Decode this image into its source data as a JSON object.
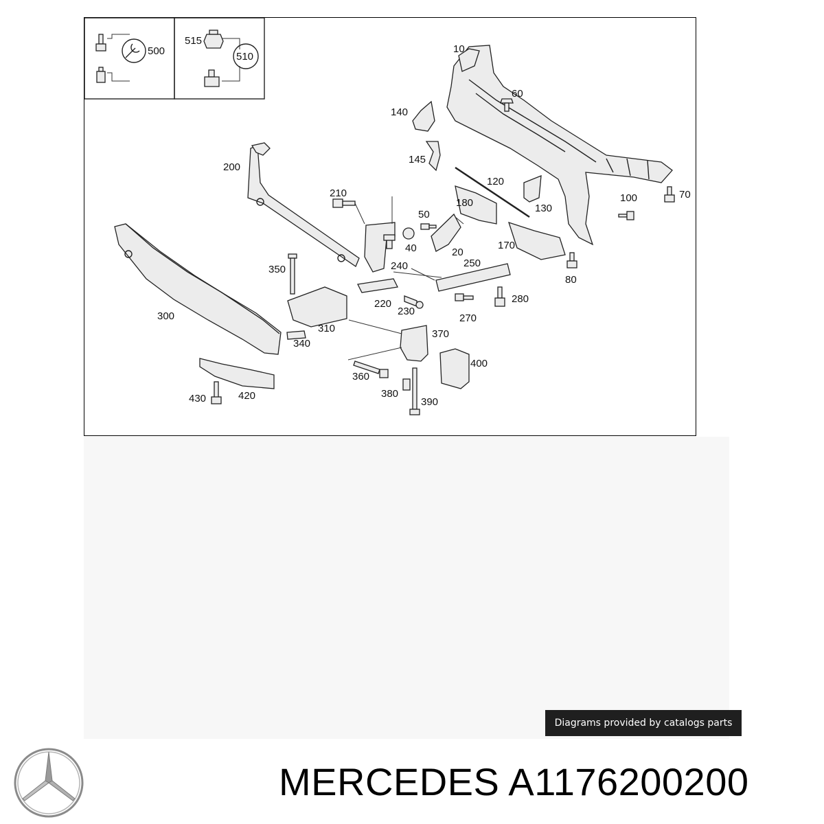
{
  "diagram": {
    "inset_labels": [
      "500",
      "515",
      "510"
    ],
    "part_labels": {
      "p10": "10",
      "p20": "20",
      "p40": "40",
      "p50": "50",
      "p60": "60",
      "p70": "70",
      "p80": "80",
      "p100": "100",
      "p120": "120",
      "p130": "130",
      "p140": "140",
      "p145": "145",
      "p170": "170",
      "p180": "180",
      "p200": "200",
      "p210": "210",
      "p220": "220",
      "p230": "230",
      "p240": "240",
      "p250": "250",
      "p270": "270",
      "p280": "280",
      "p300": "300",
      "p310": "310",
      "p340": "340",
      "p350": "350",
      "p360": "360",
      "p370": "370",
      "p380": "380",
      "p390": "390",
      "p400": "400",
      "p420": "420",
      "p430": "430"
    }
  },
  "credit": "Diagrams provided by catalogs parts",
  "title": "MERCEDES A1176200200"
}
